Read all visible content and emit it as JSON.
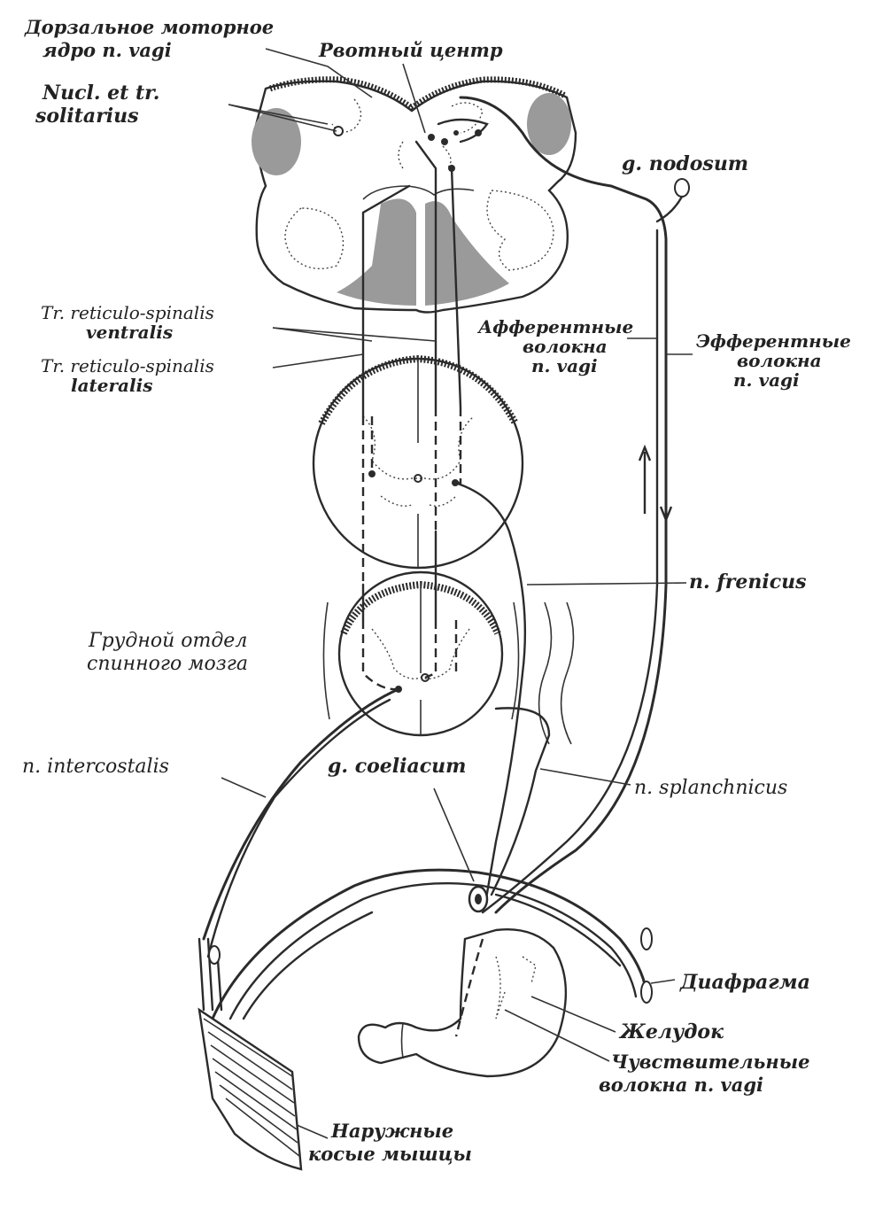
{
  "labels": {
    "dorsal_motor_line1": "Дорзальное моторное",
    "dorsal_motor_line2": "ядро n. vagi",
    "vomit_center": "Рвотный центр",
    "nucl_line1": "Nucl. et tr.",
    "nucl_line2": "solitarius",
    "g_nodosum": "g. nodosum",
    "tr_ret_ventr_line1": "Tr. reticulo-spinalis",
    "tr_ret_ventr_line2": "ventralis",
    "tr_ret_lat_line1": "Tr. reticulo-spinalis",
    "tr_ret_lat_line2": "lateralis",
    "afferent_line1": "Афферентные",
    "afferent_line2": "волокна",
    "afferent_line3": "n. vagi",
    "efferent_line1": "Эфферентные",
    "efferent_line2": "волокна",
    "efferent_line3": "n. vagi",
    "n_frenicus": "n. frenicus",
    "thoracic_line1": "Грудной отдел",
    "thoracic_line2": "спинного мозга",
    "n_intercostalis": "n. intercostalis",
    "g_coeliacum": "g. coeliacum",
    "n_splanchnicus": "n. splanchnicus",
    "diaphragm": "Диафрагма",
    "stomach": "Желудок",
    "sensory_line1": "Чувствительные",
    "sensory_line2": "волокна n. vagi",
    "muscles_line1": "Наружные",
    "muscles_line2": "косые мышцы"
  }
}
